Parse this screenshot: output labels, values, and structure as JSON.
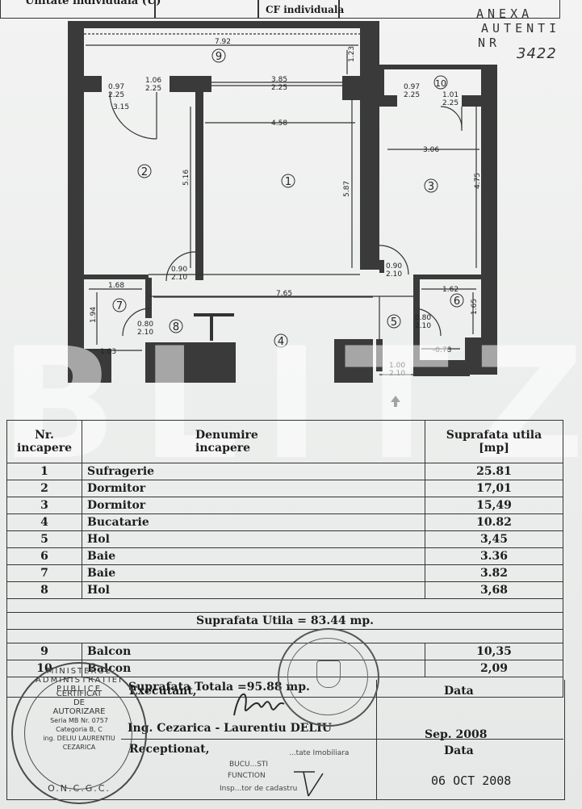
{
  "header": {
    "left_label": "Unitate individuala (U)",
    "cf_label": "CF individuala"
  },
  "annotation": {
    "line1": "ANEXA",
    "line2": "AUTENTI",
    "line3": "NR",
    "number": "3422"
  },
  "plan": {
    "rooms": [
      "1",
      "2",
      "3",
      "4",
      "5",
      "6",
      "7",
      "8",
      "9",
      "10"
    ],
    "dimensions": {
      "balcony9_w": "7.92",
      "balcony9_h": "1.23",
      "d_097_a": "0.97",
      "d_225_a": "2.25",
      "d_106": "1.06",
      "d_225_b": "2.25",
      "d_385": "3.85",
      "d_225_c": "2.25",
      "d_315": "3.15",
      "d_458": "4.58",
      "d_516": "5.16",
      "d_587": "5.87",
      "d_097_b": "0.97",
      "d_225_d": "2.25",
      "d_101": "1.01",
      "d_225_e": "2.25",
      "d_306": "3.06",
      "d_475": "4.75",
      "d_090_a": "0.90",
      "d_210_a": "2.10",
      "d_090_b": "0.90",
      "d_210_b": "2.10",
      "d_168": "1.68",
      "d_765": "7.65",
      "d_162": "1.62",
      "d_194": "1.94",
      "d_080_a": "0.80",
      "d_210_c": "2.10",
      "d_080_b": "0.80",
      "d_210_d": "2.10",
      "d_165": "1.65",
      "d_103": "1.03",
      "d_078": "-0.78",
      "d_100": "1.00",
      "d_210_e": "2.10"
    }
  },
  "watermark": "BLITZ",
  "table": {
    "col_nr": "Nr.",
    "col_nr2": "incapere",
    "col_name": "Denumire",
    "col_name2": "incapere",
    "col_area": "Suprafata  utila",
    "col_area2": "[mp]",
    "rows": [
      {
        "nr": "1",
        "name": "Sufragerie",
        "area": "25.81"
      },
      {
        "nr": "2",
        "name": "Dormitor",
        "area": "17,01"
      },
      {
        "nr": "3",
        "name": "Dormitor",
        "area": "15,49"
      },
      {
        "nr": "4",
        "name": "Bucatarie",
        "area": "10.82"
      },
      {
        "nr": "5",
        "name": "Hol",
        "area": "3,45"
      },
      {
        "nr": "6",
        "name": "Baie",
        "area": "3.36"
      },
      {
        "nr": "7",
        "name": "Baie",
        "area": "3.82"
      },
      {
        "nr": "8",
        "name": "Hol",
        "area": "3,68"
      }
    ],
    "useful_total": "Suprafata Utila  =  83.44  mp.",
    "balcony_rows": [
      {
        "nr": "9",
        "name": "Balcon",
        "area": "10,35"
      },
      {
        "nr": "10",
        "name": "Balcon",
        "area": "2,09"
      }
    ],
    "grand_total": "Suprafata Totala  =95.88  mp."
  },
  "signatures": {
    "executant_label": "Executant,",
    "executant_name": "Ing. Cezarica  -  Laurentiu  DELIU",
    "data_label": "Data",
    "data_value": "Sep.  2008",
    "receptionat_label": "Receptionat,",
    "data_label2": "Data",
    "data_value2": "06 OCT 2008"
  },
  "stamp": {
    "line1": "CERTIFICAT",
    "line2": "DE",
    "line3": "AUTORIZARE",
    "line4": "Seria MB Nr. 0757",
    "line5": "Categoria B, C",
    "line6": "ing. DELIU LAURENTIU",
    "line7": "CEZARICA",
    "arc_top": "MINISTERUL ADMINISTRATIEI PUBLICE",
    "arc_bottom": "O.N.C.G.C."
  },
  "small_stamp": {
    "line1": "BUCU...STI",
    "line2": "FUNCTION",
    "line3": "Insp...tor de cadastru",
    "line4": "...tate Imobiliara"
  }
}
